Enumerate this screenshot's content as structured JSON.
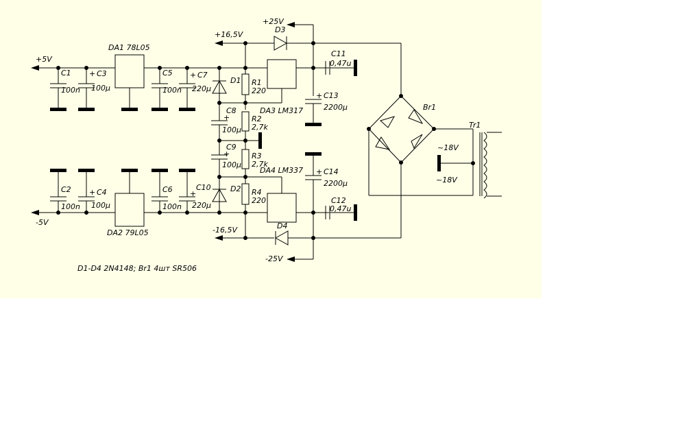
{
  "rails": {
    "p5": "+5V",
    "m5": "-5V",
    "p165": "+16,5V",
    "m165": "-16,5V",
    "p25": "+25V",
    "m25": "-25V"
  },
  "chips": {
    "da1": "DA1 78L05",
    "da2": "DA2 79L05",
    "da3": "DA3 LM317",
    "da4": "DA4 LM337"
  },
  "caps": {
    "c1": "C1",
    "c1v": "100n",
    "c2": "C2",
    "c2v": "100n",
    "c3": "C3",
    "c3v": "100µ",
    "c4": "C4",
    "c4v": "100µ",
    "c5": "C5",
    "c5v": "100n",
    "c6": "C6",
    "c6v": "100n",
    "c7": "C7",
    "c7v": "220µ",
    "c8": "C8",
    "c8v": "100µ",
    "c9": "C9",
    "c9v": "100µ",
    "c10": "C10",
    "c10v": "220µ",
    "c11": "C11",
    "c11v": "0,47u",
    "c12": "C12",
    "c12v": "0,47u",
    "c13": "C13",
    "c13v": "2200µ",
    "c14": "C14",
    "c14v": "2200µ"
  },
  "resistors": {
    "r1": "R1",
    "r1v": "220",
    "r2": "R2",
    "r2v": "2,7k",
    "r3": "R3",
    "r3v": "2,7k",
    "r4": "R4",
    "r4v": "220"
  },
  "diodes": {
    "d1": "D1",
    "d2": "D2",
    "d3": "D3",
    "d4": "D4"
  },
  "bridge": "Br1",
  "transformer": {
    "name": "Tr1",
    "v1": "~18V",
    "v2": "~18V"
  },
  "note": "D1-D4 2N4148; Br1 4шт SR506",
  "plus": "+"
}
